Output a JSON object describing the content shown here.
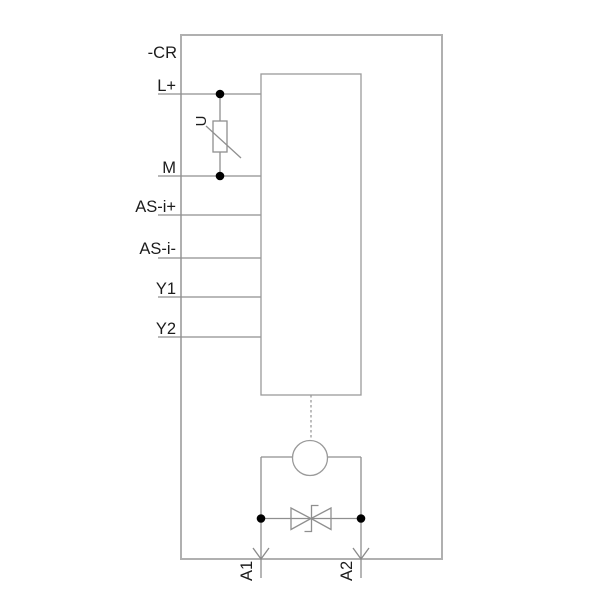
{
  "diagram": {
    "device_reference": "-CR",
    "left_terminals": [
      {
        "label": "L+"
      },
      {
        "label": "M"
      },
      {
        "label": "AS-i+"
      },
      {
        "label": "AS-i-"
      },
      {
        "label": "Y1"
      },
      {
        "label": "Y2"
      }
    ],
    "varistor": {
      "label": "U"
    },
    "bottom_terminals": [
      {
        "label": "A1"
      },
      {
        "label": "A2"
      }
    ],
    "icons": [
      "varistor-icon",
      "actuator-coil-icon",
      "suppressor-diode-icon",
      "arrow-down-icon",
      "junction-dot-icon"
    ],
    "colors": {
      "background": "#ffffff",
      "enclosure_border": "#b0b0b0",
      "circuit_line": "#8f8f8f",
      "device_block_border": "#9a9a9a",
      "junction_dot": "#000000",
      "text": "#1c1c1c"
    }
  }
}
